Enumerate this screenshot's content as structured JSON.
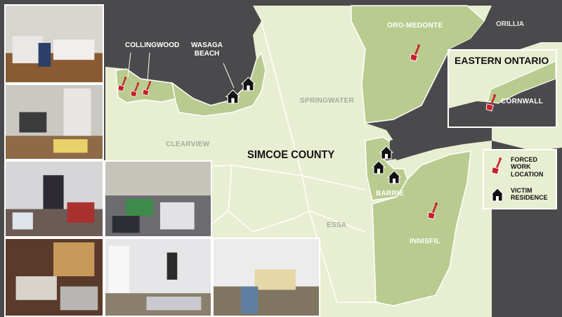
{
  "map": {
    "region_title": "SIMCOE COUNTY",
    "municipalities": {
      "collingwood": "COLLINGWOOD",
      "wasaga_beach": "WASAGA\nBEACH",
      "springwater": "SPRINGWATER",
      "clearview": "CLEARVIEW",
      "oro_medonte": "ORO-MEDONTE",
      "orillia": "ORILLIA",
      "barrie": "BARRIE",
      "essa": "ESSA",
      "innisfil": "INNISFIL"
    },
    "colors": {
      "water": "#4a4a4c",
      "land": "#e8eed2",
      "highlight": "#b9cb8e",
      "border": "#ffffff",
      "marker": "#c8202b"
    }
  },
  "inset": {
    "title": "EASTERN ONTARIO",
    "city": "CORNWALL"
  },
  "legend": {
    "items": [
      {
        "icon": "shovel-icon",
        "label": "FORCED\nWORK\nLOCATION"
      },
      {
        "icon": "house-icon",
        "label": "VICTIM\nRESIDENCE"
      }
    ]
  },
  "photos": [
    {
      "scene": "bedroom with mattress on floor"
    },
    {
      "scene": "cluttered room with open door"
    },
    {
      "scene": "room with piled belongings"
    },
    {
      "scene": "floor covered with clothes"
    },
    {
      "scene": "bedroom with dark walls and mattresses"
    },
    {
      "scene": "room with clothes on floor"
    },
    {
      "scene": "empty room with rolled mat"
    }
  ]
}
